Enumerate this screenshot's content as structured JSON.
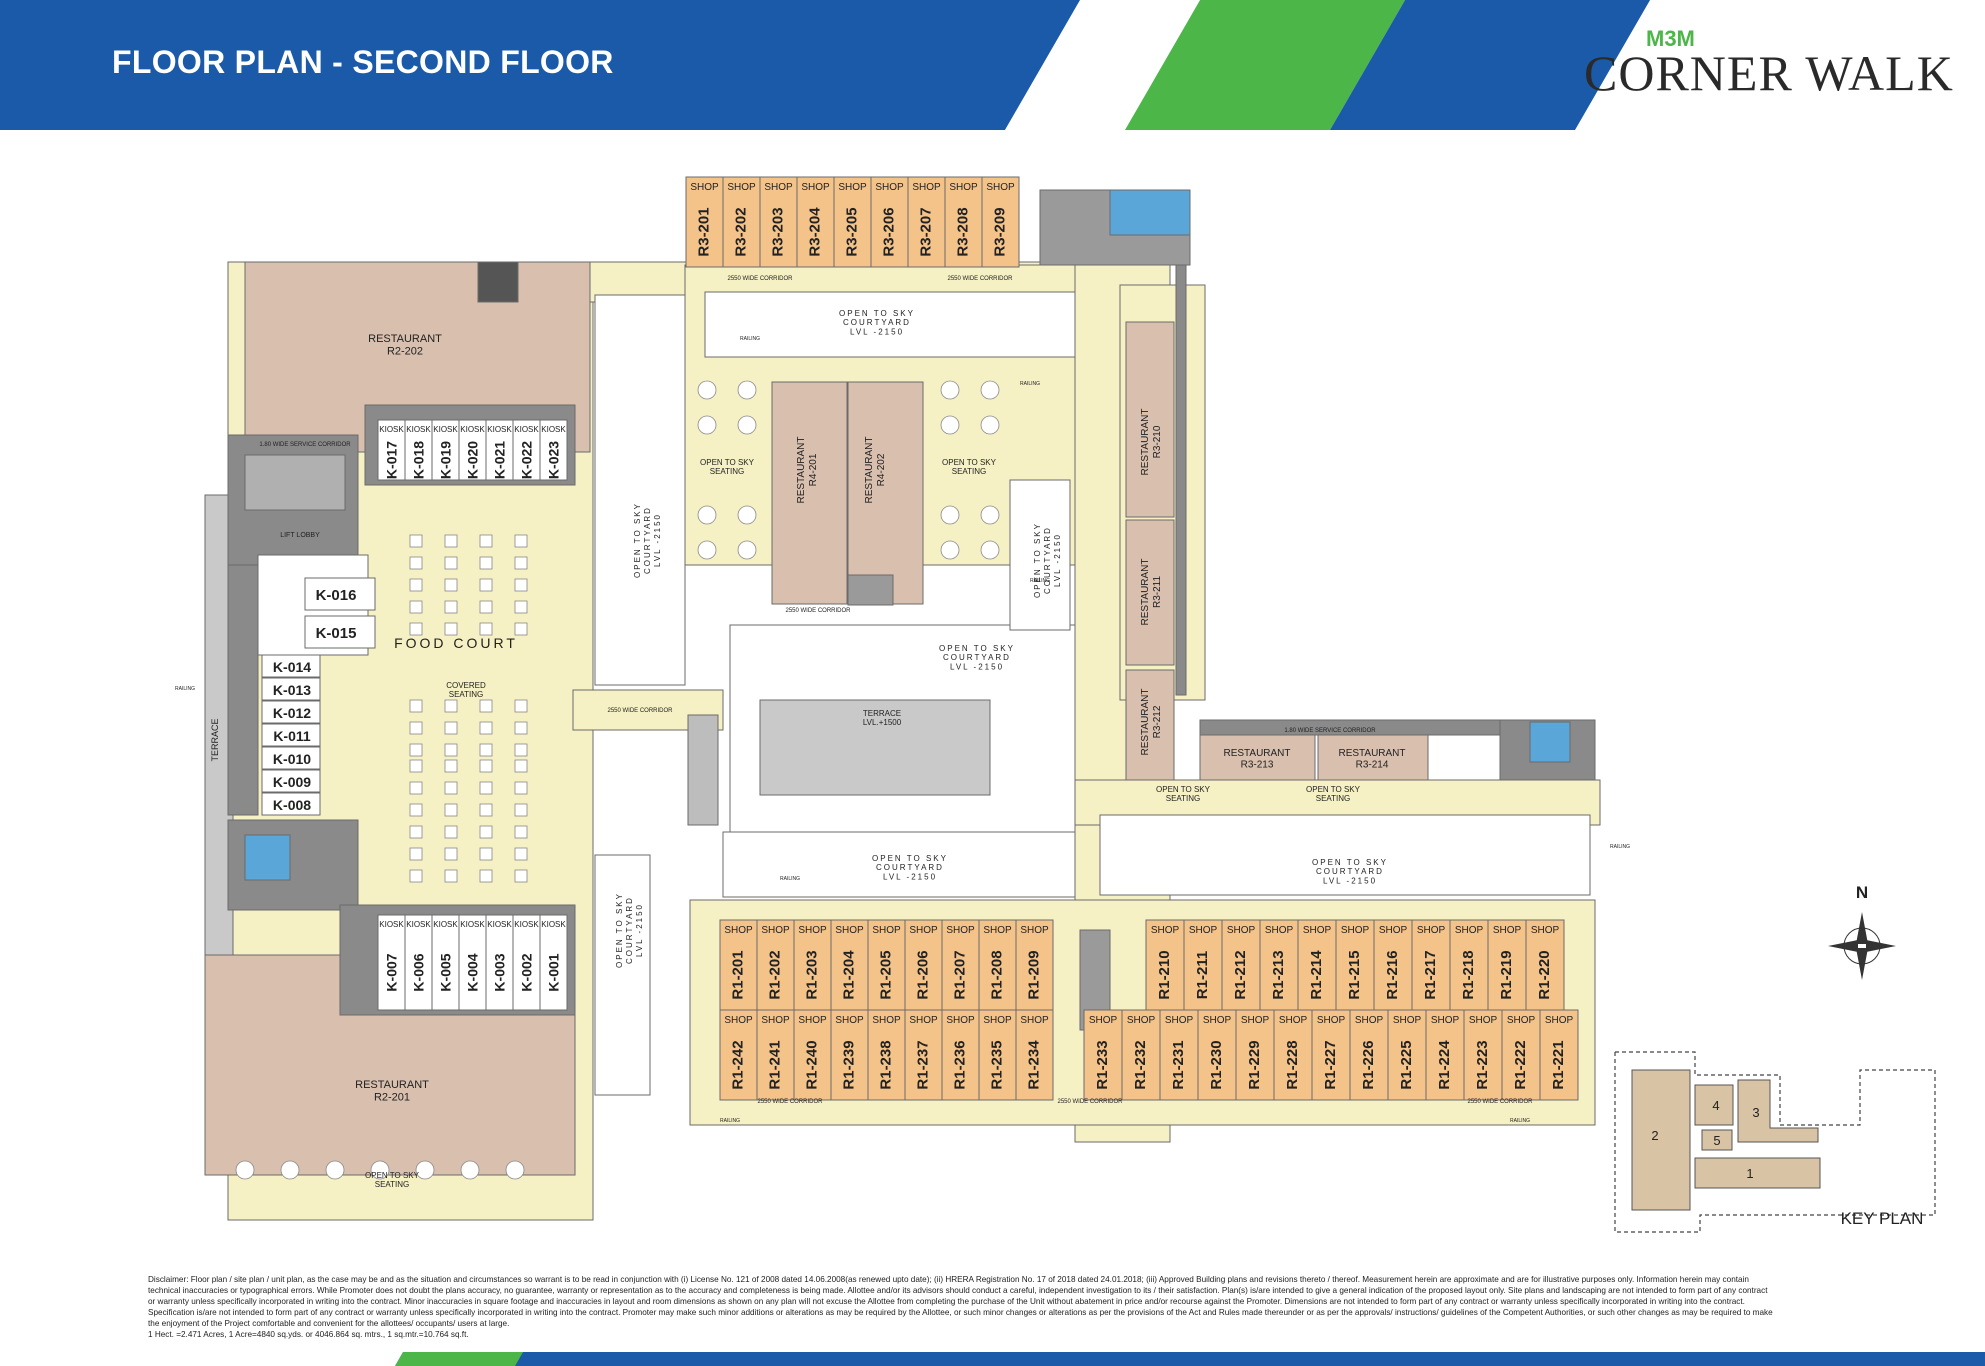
{
  "header": {
    "title": "FLOOR PLAN - SECOND FLOOR",
    "logo_top": "M3M",
    "logo_main": "CORNER WALK"
  },
  "colors": {
    "header_blue": "#1a5aa8",
    "accent_green": "#4cb648",
    "corridor": "#f6f1c4",
    "shop": "#f4c38a",
    "restaurant": "#d9bfae",
    "kiosk": "#ffffff",
    "service": "#8f8f8f",
    "toilet": "#5aa6d8",
    "terrace": "#c9c9c9"
  },
  "labels": {
    "restaurant_r2_202": [
      "RESTAURANT",
      "R2-202"
    ],
    "restaurant_r2_201": [
      "RESTAURANT",
      "R2-201"
    ],
    "restaurant_r4_201": [
      "RESTAURANT",
      "R4-201"
    ],
    "restaurant_r4_202": [
      "RESTAURANT",
      "R4-202"
    ],
    "restaurant_r3_210": [
      "RESTAURANT",
      "R3-210"
    ],
    "restaurant_r3_211": [
      "RESTAURANT",
      "R3-211"
    ],
    "restaurant_r3_212": [
      "RESTAURANT",
      "R3-212"
    ],
    "restaurant_r3_213": [
      "RESTAURANT",
      "R3-213"
    ],
    "restaurant_r3_214": [
      "RESTAURANT",
      "R3-214"
    ],
    "food_court": "FOOD COURT",
    "covered_seating": [
      "COVERED",
      "SEATING"
    ],
    "lift_lobby": "LIFT LOBBY",
    "terrace_side": "TERRACE",
    "terrace_mid": [
      "TERRACE",
      "LVL.+1500"
    ],
    "open_sky_seating": [
      "OPEN TO SKY",
      "SEATING"
    ],
    "courtyard_top": [
      "OPEN TO SKY",
      "COURTYARD",
      "LVL -2150"
    ],
    "courtyard_mid": [
      "OPEN TO SKY",
      "COURTYARD",
      "LVL -2150"
    ],
    "courtyard_bottom": [
      "OPEN TO SKY",
      "COURTYARD",
      "LVL -2150"
    ],
    "courtyard_right": [
      "OPEN TO SKY",
      "COURTYARD",
      "LVL -2150"
    ],
    "corridor": "2550 WIDE CORRIDOR",
    "service_corridor": "1.80 WIDE SERVICE CORRIDOR",
    "railing": "RAILING",
    "shop": "SHOP",
    "kiosk": "KIOSK",
    "north": "N",
    "key_plan": "KEY PLAN"
  },
  "shops_r3_top": [
    "R3-201",
    "R3-202",
    "R3-203",
    "R3-204",
    "R3-205",
    "R3-206",
    "R3-207",
    "R3-208",
    "R3-209"
  ],
  "shops_r1_upper_left": [
    "R1-201",
    "R1-202",
    "R1-203",
    "R1-204",
    "R1-205",
    "R1-206",
    "R1-207",
    "R1-208",
    "R1-209"
  ],
  "shops_r1_lower_left": [
    "R1-242",
    "R1-241",
    "R1-240",
    "R1-239",
    "R1-238",
    "R1-237",
    "R1-236",
    "R1-235",
    "R1-234"
  ],
  "shops_r1_upper_right": [
    "R1-210",
    "R1-211",
    "R1-212",
    "R1-213",
    "R1-214",
    "R1-215",
    "R1-216",
    "R1-217",
    "R1-218",
    "R1-219",
    "R1-220"
  ],
  "shops_r1_lower_right": [
    "R1-233",
    "R1-232",
    "R1-231",
    "R1-230",
    "R1-229",
    "R1-228",
    "R1-227",
    "R1-226",
    "R1-225",
    "R1-224",
    "R1-223",
    "R1-222",
    "R1-221"
  ],
  "kiosks_top": [
    "K-017",
    "K-018",
    "K-019",
    "K-020",
    "K-021",
    "K-022",
    "K-023"
  ],
  "kiosks_bottom": [
    "K-007",
    "K-006",
    "K-005",
    "K-004",
    "K-003",
    "K-002",
    "K-001"
  ],
  "kiosks_side": [
    "K-014",
    "K-013",
    "K-012",
    "K-011",
    "K-010",
    "K-009",
    "K-008"
  ],
  "kiosks_side_large": [
    "K-016",
    "K-015"
  ],
  "key_plan_blocks": [
    "1",
    "2",
    "3",
    "4",
    "5"
  ],
  "disclaimer": "Disclaimer: Floor plan / site plan / unit plan, as the case may be and as the situation and circumstances so warrant is to be read in conjunction with (i) License No. 121 of 2008 dated 14.06.2008(as renewed upto date); (ii) HRERA Registration No. 17 of 2018 dated 24.01.2018; (iii) Approved Building plans and revisions thereto / thereof. Measurement herein are approximate and are for illustrative purposes only. Information herein may contain technical inaccuracies or typographical errors. While Promoter does not doubt the plans accuracy, no guarantee, warranty or representation as to the accuracy and completeness is being made. Allottee and/or its advisors should conduct a careful, independent investigation to its / their satisfaction. Plan(s) is/are intended to give a general indication of the proposed layout only. Site plans and landscaping are not intended to form part of any contract or warranty unless specifically incorporated in writing into the contract. Minor inaccuracies in square footage and inaccuracies in layout and room dimensions as shown on any plan will not excuse the Allottee from completing the purchase of the Unit without abatement in price and/or recourse against the Promoter. Dimensions are not intended to form part of any contract or warranty unless specifically incorporated in writing into the contract. Specification is/are not intended to form part of any contract or warranty unless specifically incorporated in writing into the contract. Promoter may make such minor additions or alterations as may be required by the Allottee, or such minor changes or alterations as per the provisions of the Act and Rules made thereunder or as per the approvals/ instructions/ guidelines of the Competent Authorities, or such other changes as may be required to make the enjoyment of the Project comfortable and convenient for the allottees/ occupants/ users at large.",
  "conversion": "1 Hect. =2.471 Acres, 1 Acre=4840 sq.yds. or 4046.864 sq. mtrs., 1 sq.mtr.=10.764 sq.ft."
}
